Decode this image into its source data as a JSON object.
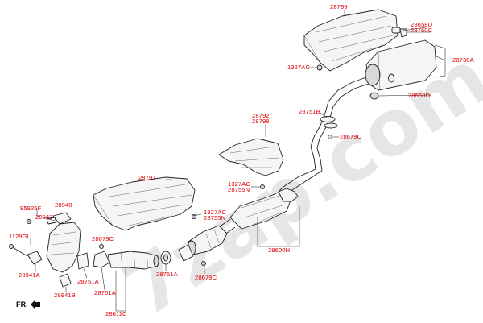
{
  "watermark": "7zap.com",
  "orientation_marker": {
    "label": "FR."
  },
  "labels": {
    "p28799": "28799",
    "p28658D_top": "28658D",
    "p28760C": "28760C",
    "p1327AC_top": "1327AC",
    "p28730A": "28730A",
    "p28658D_right": "28658D",
    "p28751B": "28751B",
    "p28679C_mid": "28679C",
    "p28792": "28792",
    "p28798": "28798",
    "p28797": "28797",
    "p1327AC_mid": "1327AC",
    "p28755N_mid": "28755N",
    "p1327AC_low": "1327AC",
    "p28755N_low": "28755N",
    "p28600H": "28600H",
    "p95925F": "95925F",
    "p28940": "28940",
    "p28943": "28943",
    "p1129GU": "1129GU",
    "p28941A": "28941A",
    "p28941B": "28941B",
    "p28679C_left": "28679C",
    "p28751A_left": "28751A",
    "p28761A": "28761A",
    "p28611C": "28611C",
    "p28751A_right": "28751A",
    "p28679C_low": "28679C"
  }
}
